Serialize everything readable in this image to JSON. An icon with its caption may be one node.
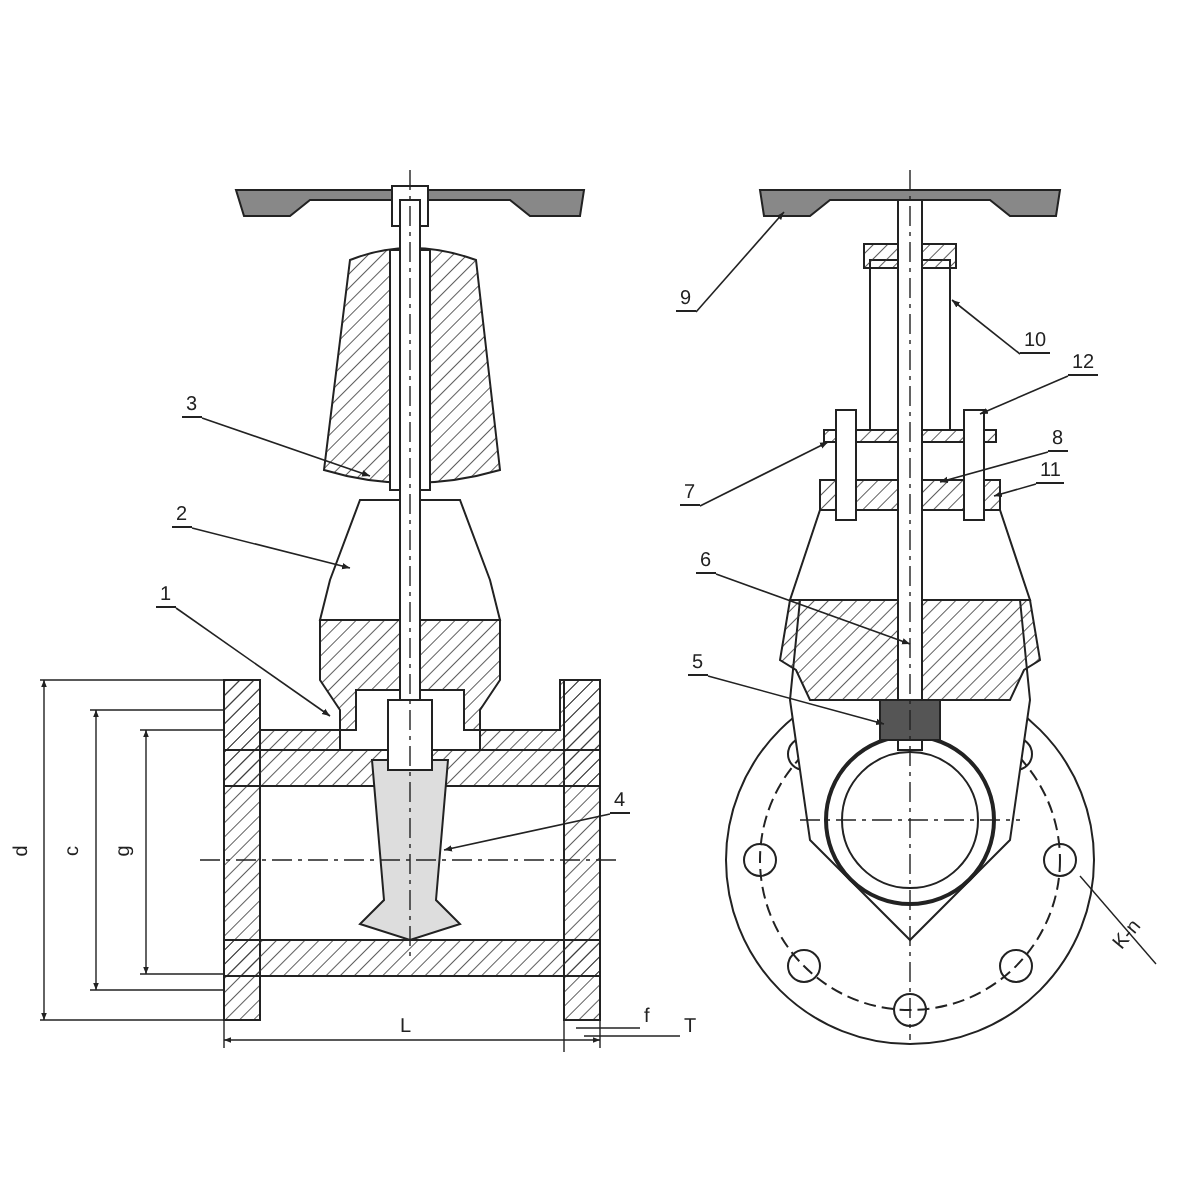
{
  "diagram": {
    "nodes": [
      {
        "text": [
          "1"
        ]
      },
      {
        "text": [
          "2"
        ]
      },
      {
        "text": [
          "3"
        ]
      },
      {
        "text": [
          "4"
        ]
      },
      {
        "text": [
          "5"
        ]
      },
      {
        "text": [
          "6"
        ]
      },
      {
        "text": [
          "7"
        ]
      },
      {
        "text": [
          "8"
        ]
      },
      {
        "text": [
          "9"
        ]
      },
      {
        "text": [
          "10"
        ]
      },
      {
        "text": [
          "11"
        ]
      },
      {
        "text": [
          "12"
        ]
      }
    ],
    "edges": [
      {
        "from": 0,
        "to": null,
        "arrow": "to"
      },
      {
        "from": 1,
        "to": null,
        "arrow": "to"
      },
      {
        "from": 2,
        "to": null,
        "arrow": "to"
      },
      {
        "from": 3,
        "to": null,
        "arrow": "to"
      },
      {
        "from": 4,
        "to": null,
        "arrow": "to"
      },
      {
        "from": 5,
        "to": null,
        "arrow": "to"
      },
      {
        "from": 6,
        "to": null,
        "arrow": "to"
      },
      {
        "from": 7,
        "to": null,
        "arrow": "to"
      },
      {
        "from": 8,
        "to": null,
        "arrow": "to"
      },
      {
        "from": 9,
        "to": null,
        "arrow": "to"
      },
      {
        "from": 10,
        "to": null,
        "arrow": "to"
      },
      {
        "from": 11,
        "to": null,
        "arrow": "to"
      }
    ],
    "labels": [
      "d",
      "c",
      "g",
      "L",
      "f",
      "T",
      "K-n"
    ]
  }
}
